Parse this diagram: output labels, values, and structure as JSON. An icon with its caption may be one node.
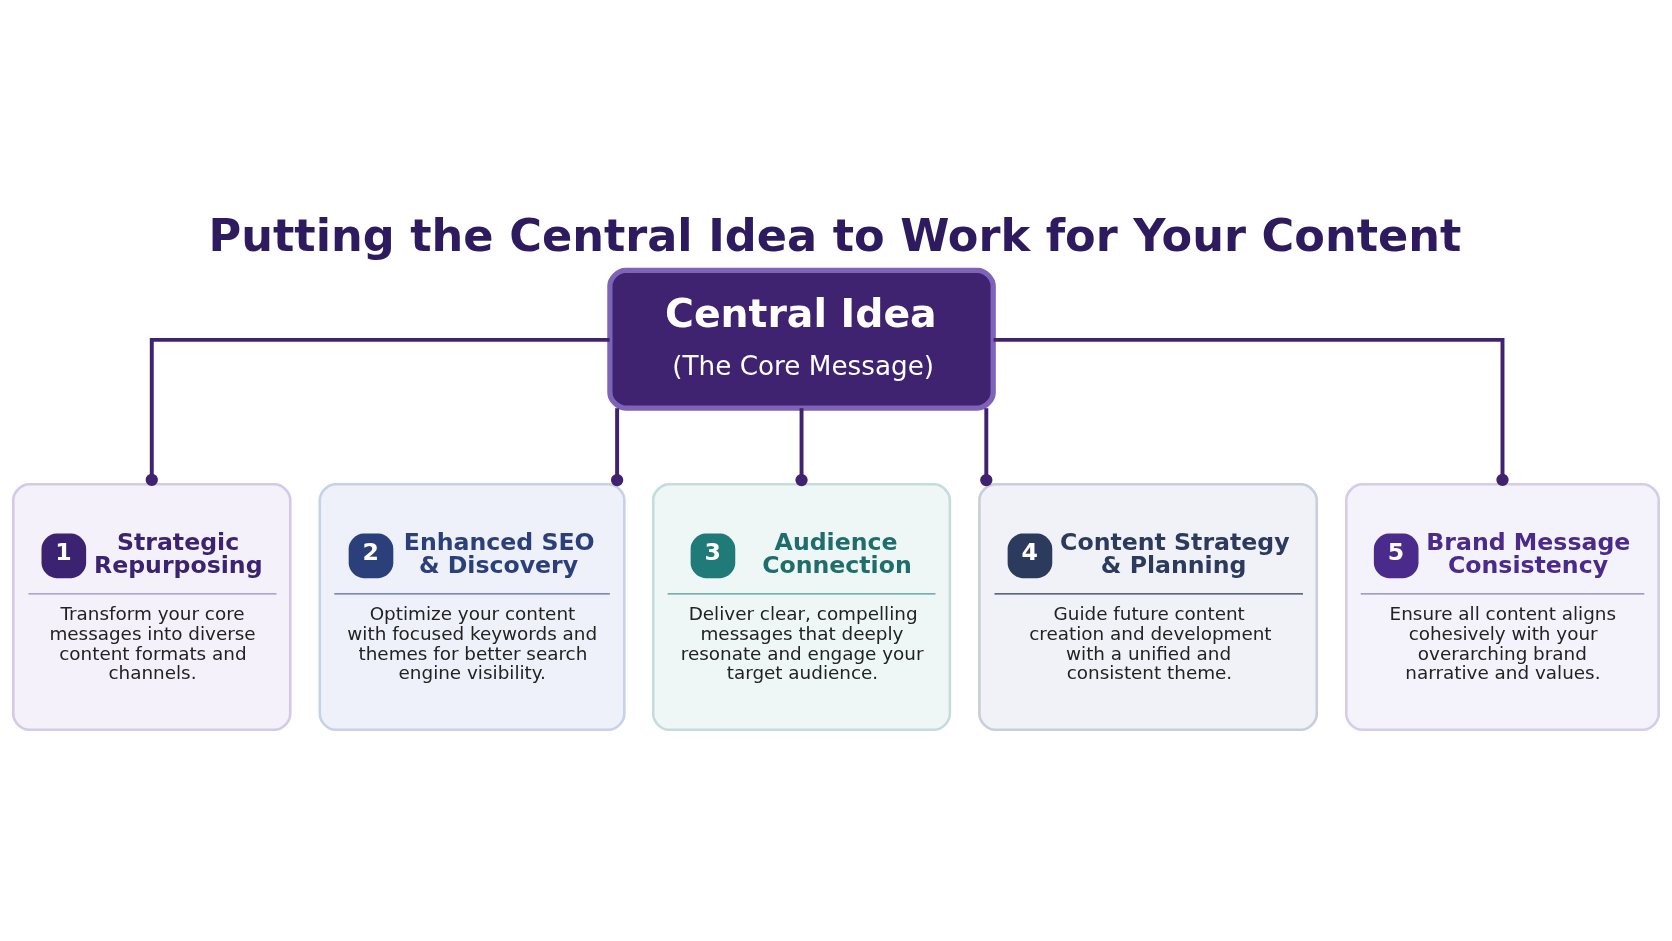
{
  "diagram": {
    "title": "Putting the Central Idea to Work for Your Content",
    "nodes": [
      {
        "text": [
          "Central Idea",
          "(The Core Message)"
        ]
      },
      {
        "text": [
          "1",
          "Strategic Repurposing",
          "Transform your core messages into diverse content formats and channels."
        ]
      },
      {
        "text": [
          "2",
          "Enhanced SEO & Discovery",
          "Optimize your content with focused keywords and themes for better search engine visibility."
        ]
      },
      {
        "text": [
          "3",
          "Audience Connection",
          "Deliver clear, compelling messages that deeply resonate and engage your target audience."
        ]
      },
      {
        "text": [
          "4",
          "Content Strategy & Planning",
          "Guide future content creation and development with a unified and consistent theme."
        ]
      },
      {
        "text": [
          "5",
          "Brand Message Consistency",
          "Ensure all content aligns cohesively with your overarching brand narrative and values."
        ]
      }
    ],
    "edges": [
      {
        "from": 0,
        "to": 1,
        "arrow": "other"
      },
      {
        "from": 0,
        "to": 2,
        "arrow": "other"
      },
      {
        "from": 0,
        "to": 3,
        "arrow": "other"
      },
      {
        "from": 0,
        "to": 4,
        "arrow": "other"
      },
      {
        "from": 0,
        "to": 5,
        "arrow": "other"
      }
    ]
  }
}
